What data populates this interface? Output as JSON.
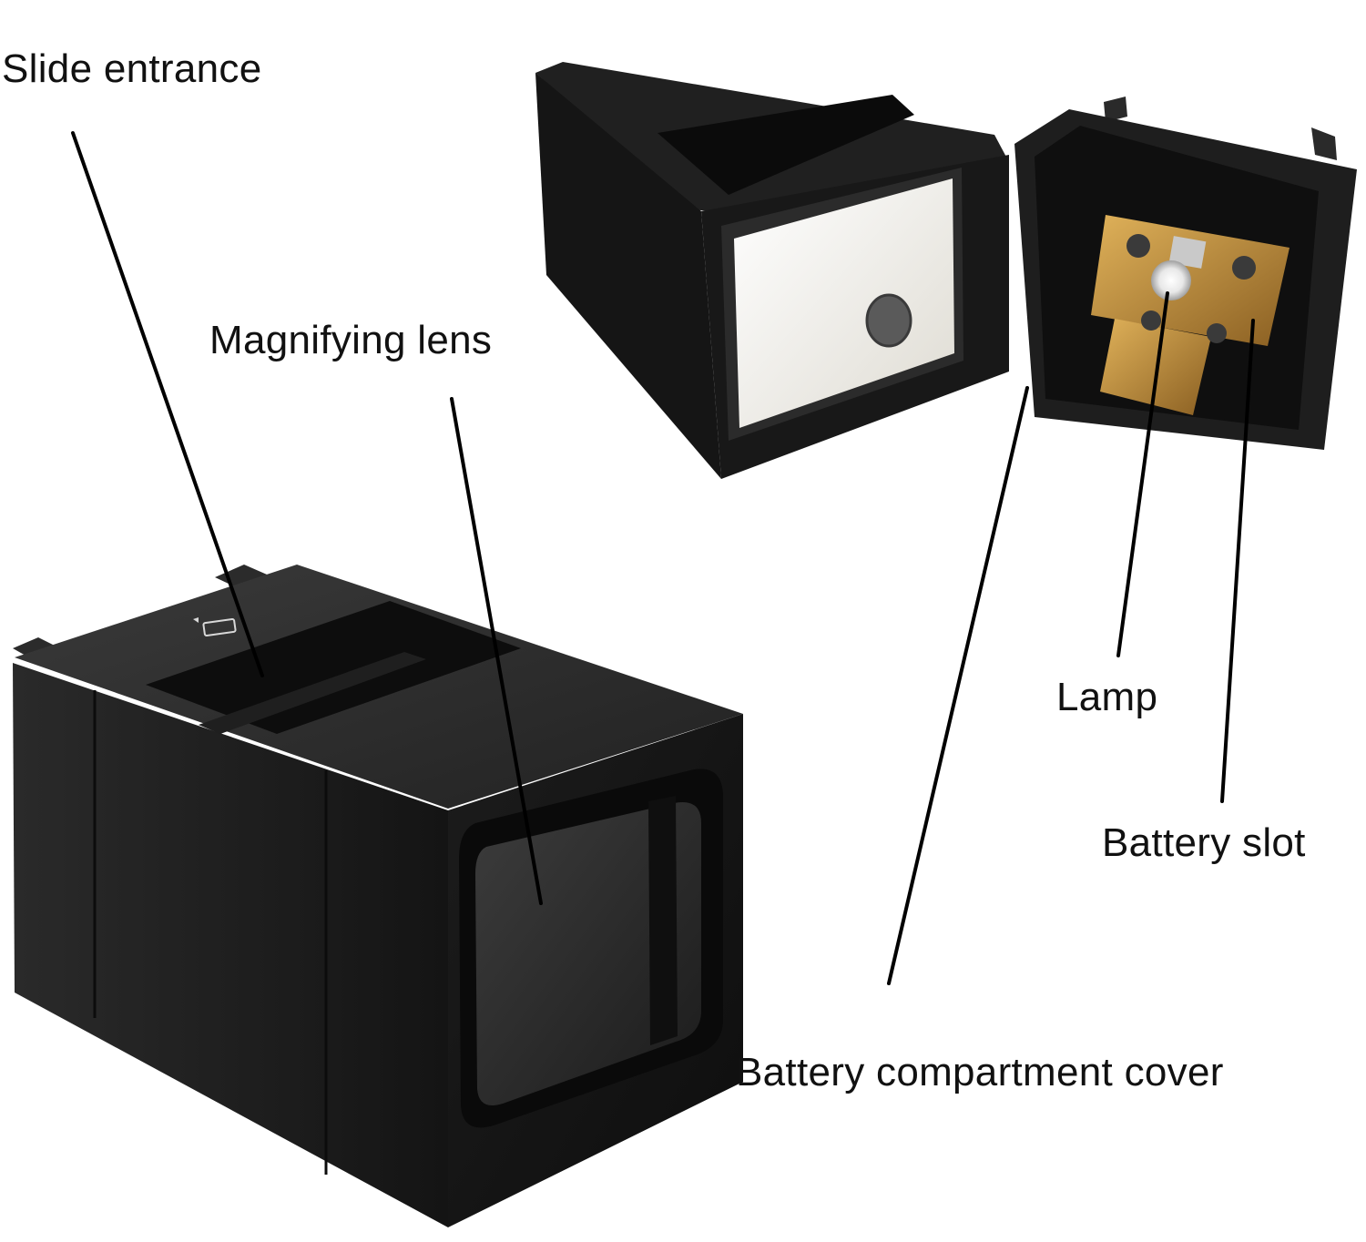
{
  "labels": {
    "slide_entrance": "Slide entrance",
    "magnifying_lens": "Magnifying lens",
    "lamp": "Lamp",
    "battery_slot": "Battery slot",
    "battery_compartment_cover": "Battery compartment cover"
  },
  "colors": {
    "background": "#ffffff",
    "device_body": "#1e1e1e",
    "leader_line": "#000000",
    "diffuser": "#f2f0ea",
    "contacts": "#b98a3c"
  },
  "icons": {
    "battery_indicator": "battery-icon"
  }
}
